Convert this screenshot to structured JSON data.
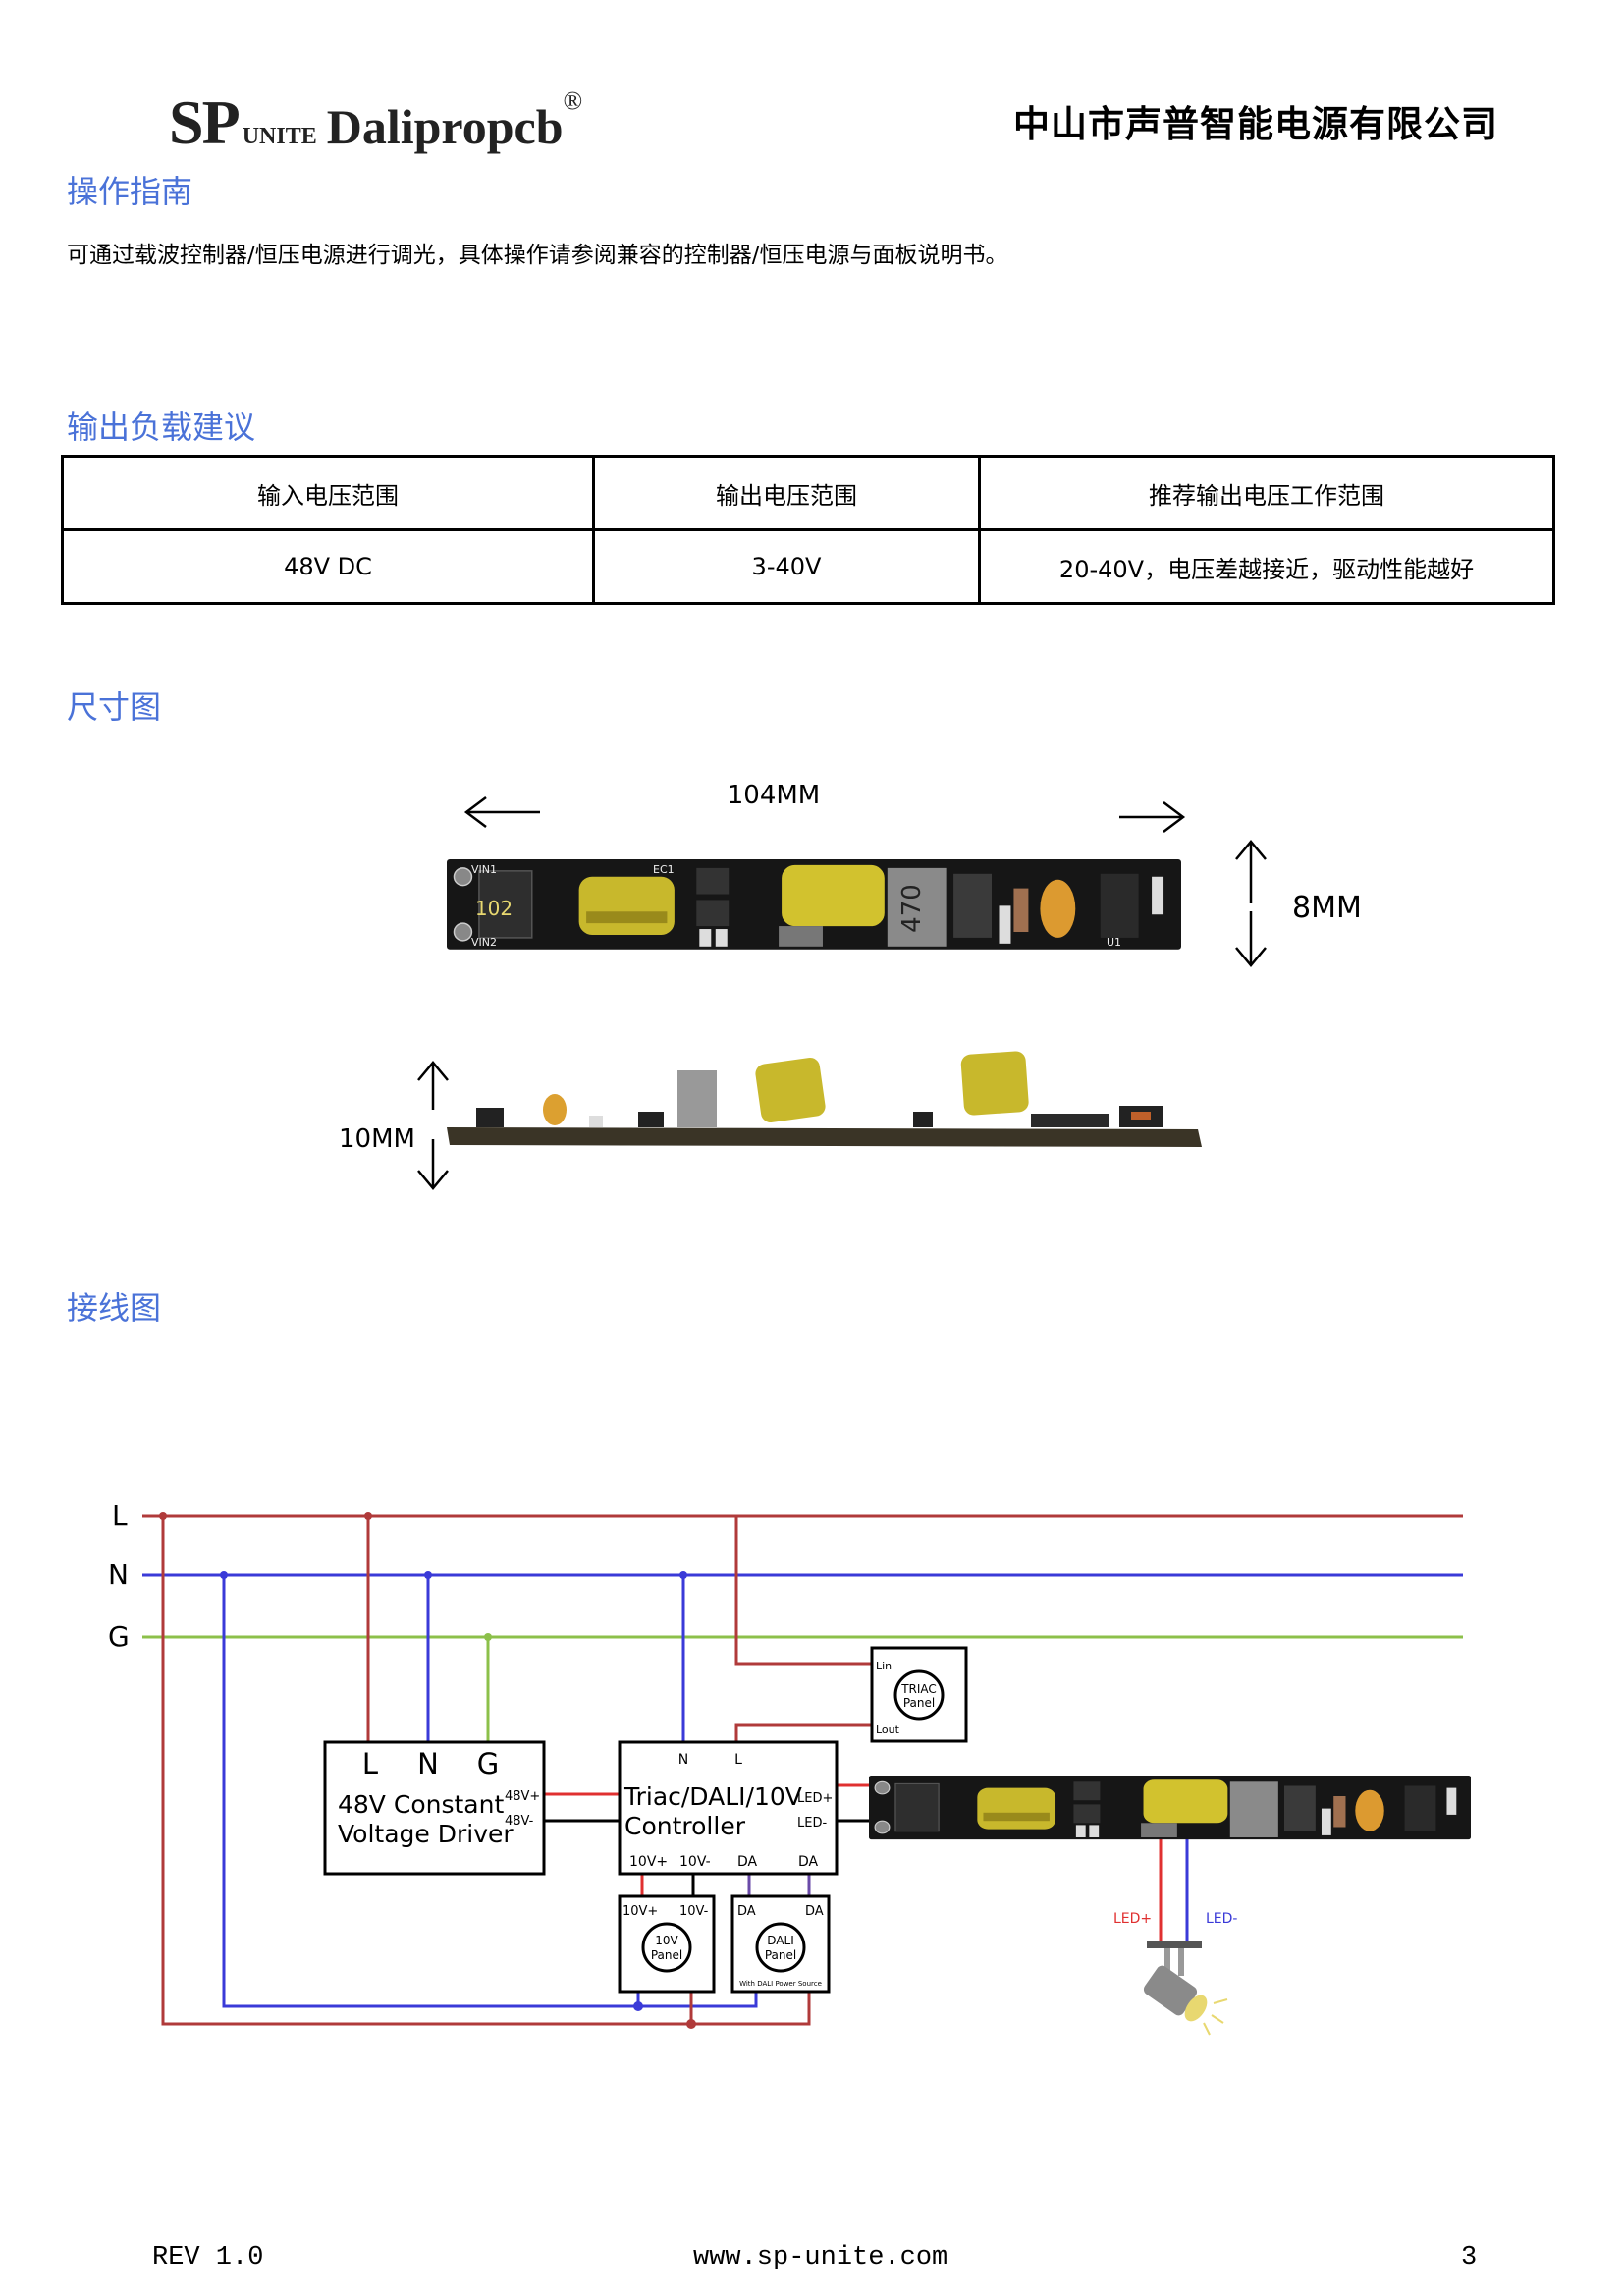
{
  "header": {
    "logo": {
      "sp": "SP",
      "unite": "UNITE",
      "brand": "Dalipropcb",
      "registered": "®"
    },
    "company": "中山市声普智能电源有限公司"
  },
  "operation": {
    "title": "操作指南",
    "text": "可通过载波控制器/恒压电源进行调光，具体操作请参阅兼容的控制器/恒压电源与面板说明书。"
  },
  "load": {
    "title": "输出负载建议",
    "headers": [
      "输入电压范围",
      "输出电压范围",
      "推荐输出电压工作范围"
    ],
    "row": [
      "48V DC",
      "3-40V",
      "20-40V，电压差越接近，驱动性能越好"
    ]
  },
  "dimensions": {
    "title": "尺寸图",
    "length": "104MM",
    "width": "8MM",
    "height": "10MM"
  },
  "pcb": {
    "vin1": "VIN1",
    "vin2": "VIN2",
    "inductor1": "102",
    "inductor2": "470",
    "u1": "U1",
    "ec1": "EC1"
  },
  "wiring": {
    "title": "接线图",
    "lines": {
      "L": "L",
      "N": "N",
      "G": "G"
    },
    "colors": {
      "L": "#b03a3a",
      "N": "#3a3ad8",
      "G": "#8cc04a",
      "led_plus": "#e03030",
      "da": "#6a4aa8"
    },
    "driver": {
      "L": "L",
      "N": "N",
      "G": "G",
      "title1": "48V Constant",
      "title2": "Voltage Driver",
      "plus": "48V+",
      "minus": "48V-"
    },
    "controller": {
      "N": "N",
      "L": "L",
      "title1": "Triac/DALI/10V",
      "title2": "Controller",
      "led_plus": "LED+",
      "led_minus": "LED-",
      "v10_plus": "10V+",
      "v10_minus": "10V-",
      "da1": "DA",
      "da2": "DA"
    },
    "triac_panel": {
      "lin": "Lin",
      "lout": "Lout",
      "name1": "TRIAC",
      "name2": "Panel"
    },
    "panel_10v": {
      "plus": "10V+",
      "minus": "10V-",
      "name1": "10V",
      "name2": "Panel"
    },
    "dali_panel": {
      "da1": "DA",
      "da2": "DA",
      "name1": "DALI",
      "name2": "Panel",
      "note": "With DALI Power Source"
    },
    "led_plus": "LED+",
    "led_minus": "LED-"
  },
  "footer": {
    "rev": "REV  1.0",
    "url": "www.sp-unite.com",
    "page": "3"
  }
}
